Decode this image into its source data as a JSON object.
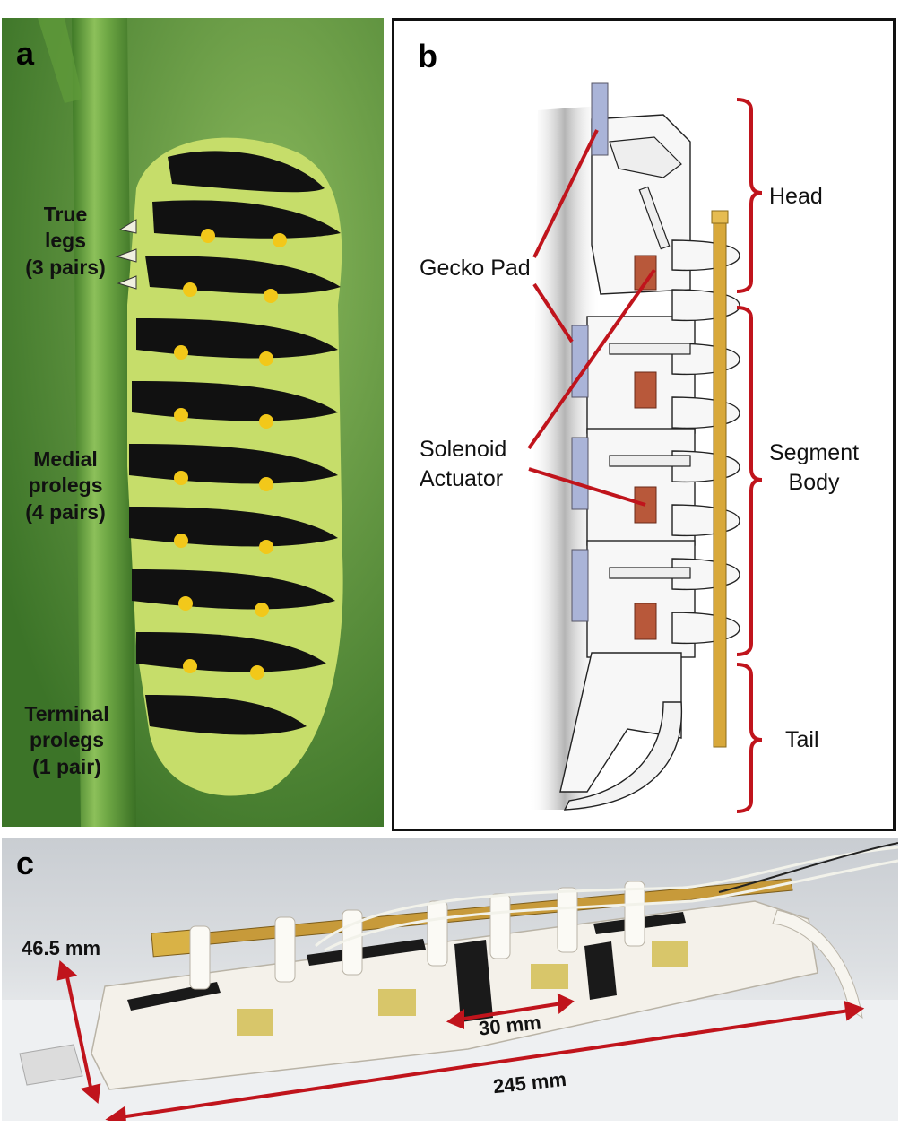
{
  "panels": {
    "a": {
      "letter": "a",
      "labels": {
        "true_legs": "True\nlegs\n(3 pairs)",
        "medial_prolegs": "Medial\nprolegs\n(4 pairs)",
        "terminal_prolegs": "Terminal\nprolegs\n(1 pair)"
      }
    },
    "b": {
      "letter": "b",
      "labels": {
        "gecko_pad": "Gecko Pad",
        "solenoid_actuator": "Solenoid\nActuator",
        "head": "Head",
        "segment_body": "Segment\nBody",
        "tail": "Tail"
      }
    },
    "c": {
      "letter": "c",
      "dimensions": {
        "height": "46.5 mm",
        "segment": "30 mm",
        "length": "245 mm"
      }
    }
  },
  "colors": {
    "annotation_red": "#c0141c",
    "caterpillar_green": "#c6dd6a",
    "caterpillar_black": "#111111",
    "caterpillar_yellow": "#f2c81a",
    "stem_green": "#5f9a3a",
    "brass": "#d8a83a",
    "solenoid_copper": "#b8583a",
    "gecko_pad_blue": "#aab4d8"
  }
}
